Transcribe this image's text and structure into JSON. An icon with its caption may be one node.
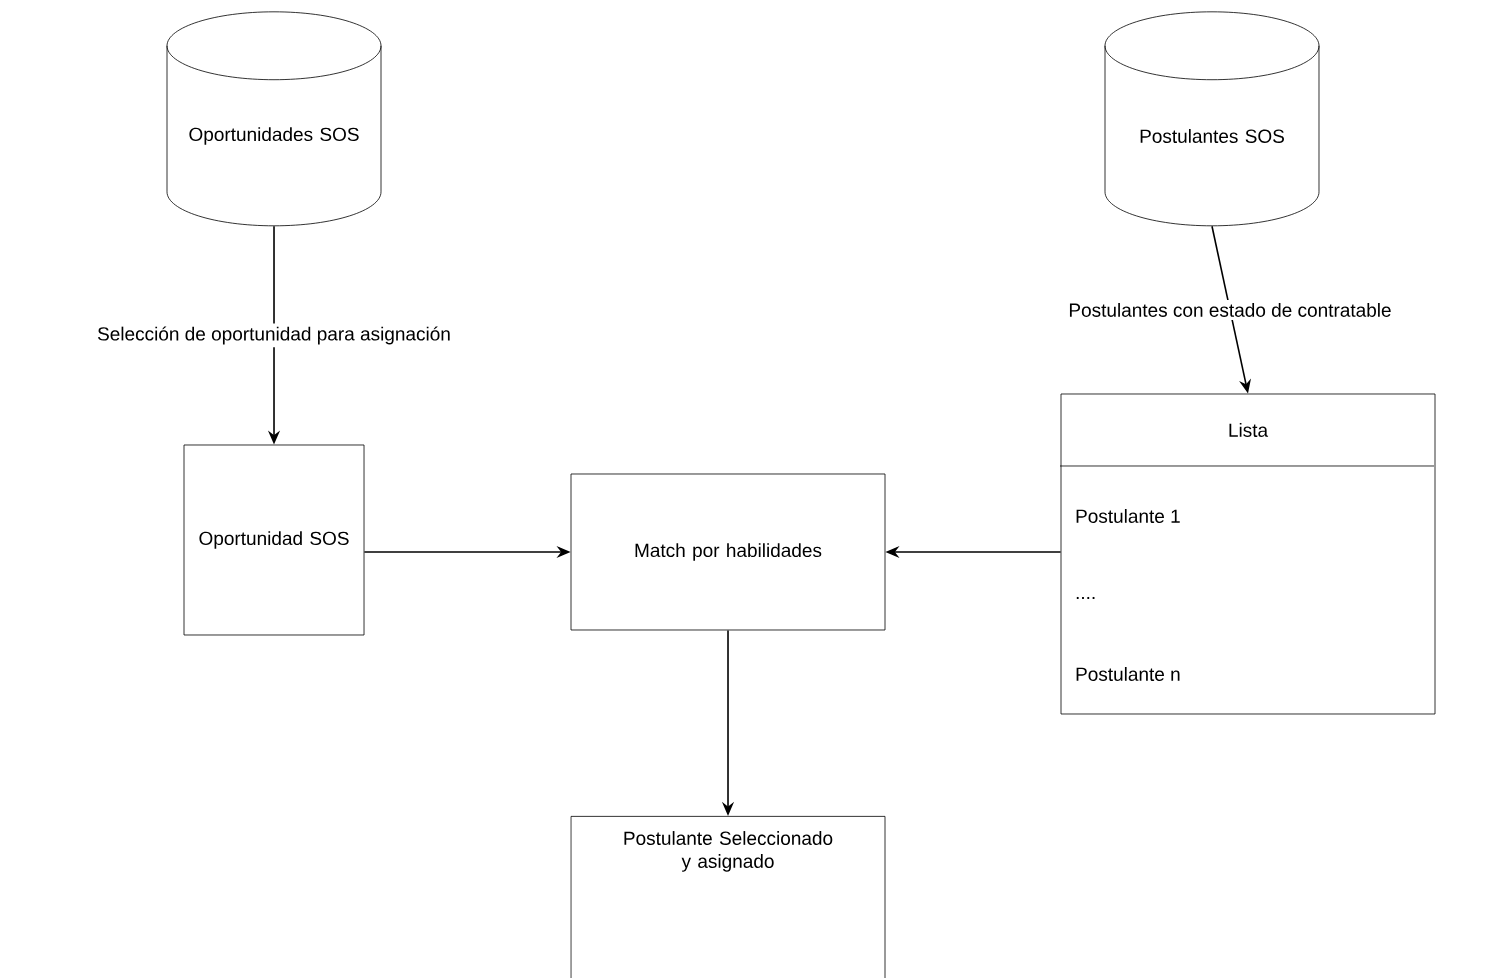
{
  "diagram": {
    "nodes": [
      {
        "text": [
          "Oportunidades SOS"
        ]
      },
      {
        "text": [
          "Postulantes SOS"
        ]
      },
      {
        "text": [
          "Oportunidad SOS"
        ]
      },
      {
        "text": [
          "Match por habilidades"
        ]
      },
      {
        "text": [
          "Lista",
          "Postulante 1",
          "....",
          "Postulante n"
        ]
      },
      {
        "text": [
          "Postulante Seleccionado y asignado"
        ]
      }
    ],
    "edges": [
      {
        "from": 0,
        "to": 2,
        "arrow": "to",
        "label": "Selección de oportunidad para asignación"
      },
      {
        "from": 1,
        "to": 4,
        "arrow": "to",
        "label": "Postulantes con estado de contratable"
      },
      {
        "from": 2,
        "to": 3,
        "arrow": "to"
      },
      {
        "from": 4,
        "to": 3,
        "arrow": "to"
      },
      {
        "from": 3,
        "to": 5,
        "arrow": "to"
      }
    ]
  }
}
